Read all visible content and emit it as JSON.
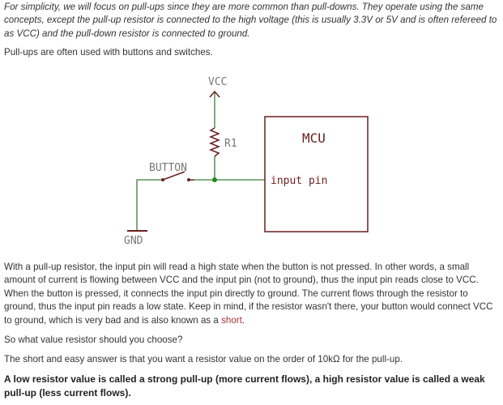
{
  "intro": {
    "text": "For simplicity, we will focus on pull-ups since they are more common than pull-downs. They operate using the same concepts, except the pull-up resistor is connected to the high voltage (this is usually 3.3V or 5V and is often refereed to as VCC) and the pull-down resistor is connected to ground."
  },
  "usage": "Pull-ups are often used with buttons and switches.",
  "schematic": {
    "vcc": "VCC",
    "resistor": "R1",
    "button": "BUTTON",
    "gnd": "GND",
    "mcu": "MCU",
    "pin": "input pin",
    "wire_color": "#3c7d3c",
    "part_color": "#6b1f1f"
  },
  "explanation": {
    "text": "With a pull-up resistor, the input pin will read a high state when the button is not pressed. In other words, a small amount of current is flowing between VCC and the input pin (not to ground), thus the input pin reads close to VCC. When the button is pressed, it connects the input pin directly to ground. The current flows through the resistor to ground, thus the input pin reads a low state. Keep in mind, if the resistor wasn't there, your button would connect VCC to ground, which is very bad and is also known as a ",
    "link": "short",
    "end": "."
  },
  "question": "So what value resistor should you choose?",
  "answer": "The short and easy answer is that you want a resistor value on the order of 10kΩ for the pull-up.",
  "emphasis": "A low resistor value is called a strong pull-up (more current flows), a high resistor value is called a weak pull-up (less current flows)."
}
